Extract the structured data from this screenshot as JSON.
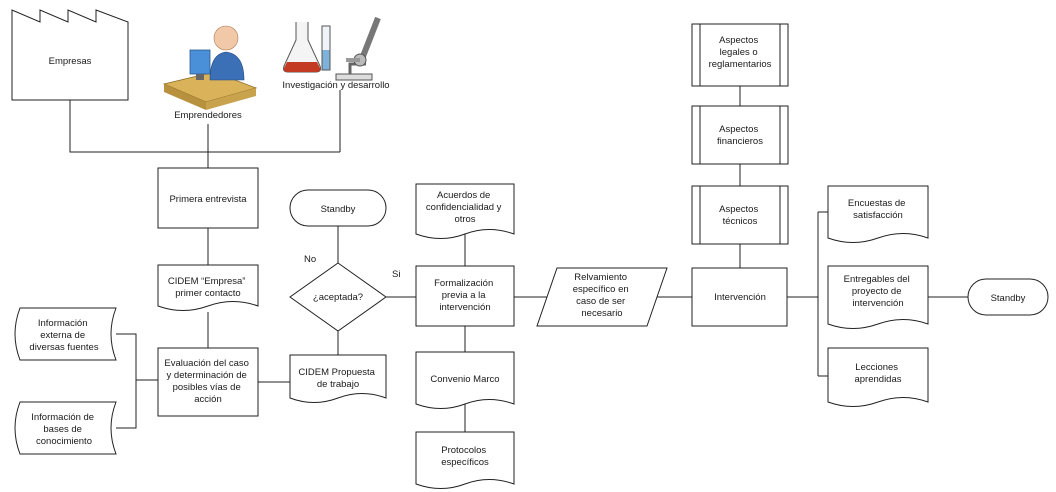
{
  "colors": {
    "stroke": "#222222",
    "text": "#1a1a1a",
    "background": "#ffffff",
    "person_skin": "#f2c9a8",
    "person_shirt": "#3b6fb6",
    "desk": "#d9b25a",
    "monitor": "#4a90d9",
    "flask_liquid": "#c23b22"
  },
  "sources": {
    "empresas": "Empresas",
    "emprendedores": "Emprendedores",
    "investigacion": "Investigación y desarrollo"
  },
  "nodes": {
    "primera_entrevista": "Primera entrevista",
    "cidem_empresa": [
      "CIDEM “Empresa”",
      "primer contacto"
    ],
    "evaluacion": [
      "Evaluación del caso",
      "y determinación de",
      "posibles vías de",
      "acción"
    ],
    "info_externa": [
      "Información",
      "externa de",
      "diversas fuentes"
    ],
    "info_bases": [
      "Información de",
      "bases de",
      "conocimiento"
    ],
    "standby_top": "Standby",
    "decision": "¿aceptada?",
    "label_no": "No",
    "label_si": "Si",
    "cidem_propuesta": [
      "CIDEM Propuesta",
      "de trabajo"
    ],
    "acuerdos": [
      "Acuerdos de",
      "confidencialidad y",
      "otros"
    ],
    "formalizacion": [
      "Formalización",
      "previa a la",
      "intervención"
    ],
    "convenio": "Convenio Marco",
    "protocolos": [
      "Protocolos",
      "específicos"
    ],
    "relevamiento": [
      "Relvamiento",
      "específico en",
      "caso de ser",
      "necesario"
    ],
    "aspectos_legales": [
      "Aspectos",
      "legales o",
      "reglamentarios"
    ],
    "aspectos_financieros": [
      "Aspectos",
      "financieros"
    ],
    "aspectos_tecnicos": [
      "Aspectos",
      "técnicos"
    ],
    "intervencion": "Intervención",
    "encuestas": [
      "Encuestas de",
      "satisfacción"
    ],
    "entregables": [
      "Entregables del",
      "proyecto de",
      "intervención"
    ],
    "lecciones": [
      "Lecciones",
      "aprendidas"
    ],
    "standby_right": "Standby"
  }
}
